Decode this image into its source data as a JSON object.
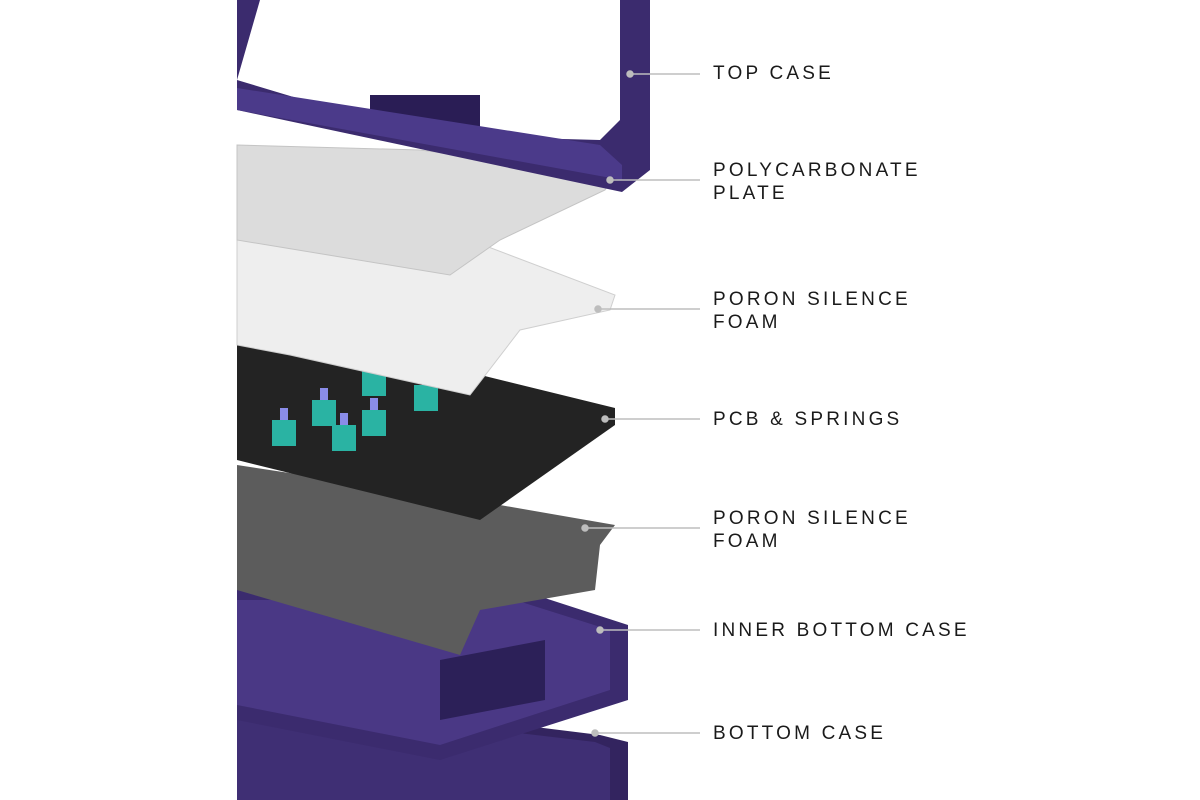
{
  "diagram": {
    "colors": {
      "case": "#3b2b6e",
      "case_dark": "#2a1d55",
      "plate": "#e6e6e6",
      "foam": "#f2f2f2",
      "pcb": "#222222",
      "foam_bottom": "#5f5f5f",
      "switch": "#2ab3a3",
      "stem": "#8a8ce8",
      "leader": "#bdbdbd"
    },
    "labels": [
      {
        "lines": [
          "TOP CASE"
        ]
      },
      {
        "lines": [
          "POLYCARBONATE",
          "PLATE"
        ]
      },
      {
        "lines": [
          "PORON SILENCE",
          "FOAM"
        ]
      },
      {
        "lines": [
          "PCB & SPRINGS"
        ]
      },
      {
        "lines": [
          "PORON SILENCE",
          "FOAM"
        ]
      },
      {
        "lines": [
          "INNER BOTTOM CASE"
        ]
      },
      {
        "lines": [
          "BOTTOM CASE"
        ]
      }
    ]
  }
}
